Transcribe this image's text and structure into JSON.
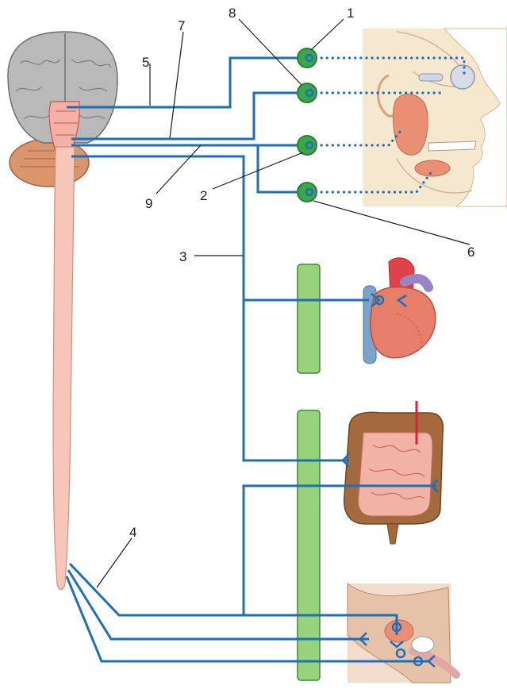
{
  "labels": {
    "l1": "1",
    "l2": "2",
    "l3": "3",
    "l4": "4",
    "l5": "5",
    "l6": "6",
    "l7": "7",
    "l8": "8",
    "l9": "9"
  },
  "colors": {
    "nerve": "#1f6fb5",
    "ganglion_fill": "#3aa84a",
    "ganglion_ring": "#2a7d36",
    "chain_fill": "#98d27a",
    "chain_stroke": "#3a8a3a",
    "spinal_cord": "#f6c7b8",
    "brain": "#b9b9b9",
    "cerebellum": "#d9956b",
    "face_bg": "#f6e7cf",
    "heart": "#e77e6a",
    "colon": "#a46a3e",
    "small_intestine": "#f2b3a5",
    "pelvis_bg": "#f3dccb"
  }
}
